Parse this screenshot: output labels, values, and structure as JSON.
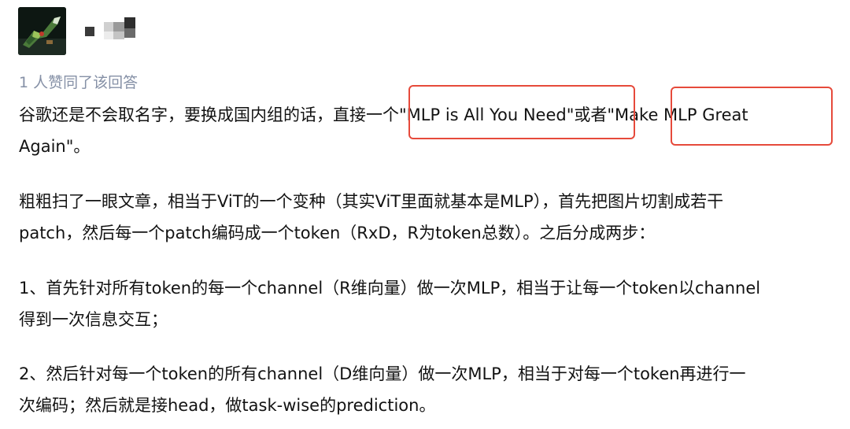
{
  "author": {
    "avatar_icon": "avatar-image-icon",
    "name_pixelated": true
  },
  "upvote_text": "1 人赞同了该回答",
  "paragraphs": [
    {
      "lines": [
        "谷歌还是不会取名字，要换成国内组的话，直接一个\"MLP is All You Need\"或者\"Make MLP Great",
        "Again\"。"
      ]
    },
    {
      "lines": [
        "粗粗扫了一眼文章，相当于ViT的一个变种（其实ViT里面就基本是MLP），首先把图片切割成若干",
        "patch，然后每一个patch编码成一个token（RxD，R为token总数）。之后分成两步："
      ]
    },
    {
      "lines": [
        "1、首先针对所有token的每一个channel（R维向量）做一次MLP，相当于让每一个token以channel",
        "得到一次信息交互；"
      ]
    },
    {
      "lines": [
        "2、然后针对每一个token的所有channel（D维向量）做一次MLP，相当于对每一个token再进行一",
        "次编码；然后就是接head，做task-wise的prediction。"
      ]
    }
  ],
  "colors": {
    "highlight_box": "#e64a3b",
    "meta_text": "#8590a6",
    "body_text": "#121212"
  }
}
